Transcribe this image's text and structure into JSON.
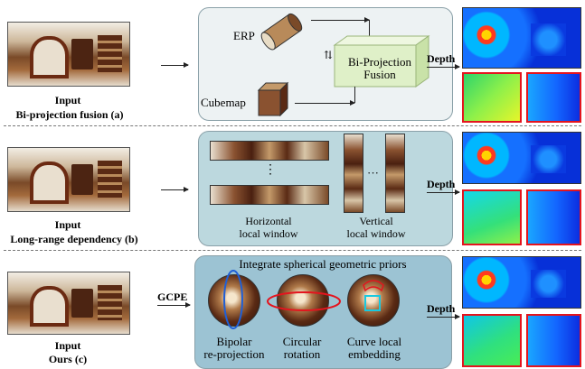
{
  "row_a": {
    "input_label": "Input",
    "caption": "Bi-projection fusion (a)",
    "erp_label": "ERP",
    "cubemap_label": "Cubemap",
    "fusion_label": "Bi-Projection\nFusion",
    "depth_label": "Depth"
  },
  "row_b": {
    "input_label": "Input",
    "caption": "Long-range dependency (b)",
    "dots_vertical": "⋮",
    "dots_horizontal": "···",
    "horizontal_label": "Horizontal\nlocal window",
    "vertical_label": "Vertical\nlocal window",
    "depth_label": "Depth"
  },
  "row_c": {
    "input_label": "Input",
    "caption": "Ours (c)",
    "gcpe_label": "GCPE",
    "priors_title": "Integrate spherical geometric priors",
    "bipolar_label": "Bipolar\nre-projection",
    "circular_label": "Circular\nrotation",
    "curve_label": "Curve local\nembedding",
    "depth_label": "Depth"
  },
  "colors": {
    "panel_a_bg": "#edf2f3",
    "panel_b_bg": "#bcd8de",
    "panel_c_bg": "#9cc3d3",
    "fusion_box": "#dff0c8",
    "zoom_border": "#e4141e",
    "ring_blue": "#1f5fd6",
    "ring_red": "#e4141e",
    "ring_cyan": "#18c9e0"
  }
}
